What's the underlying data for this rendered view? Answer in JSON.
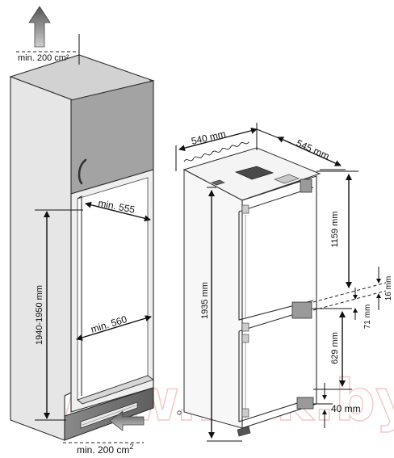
{
  "watermark": "www.bek.by",
  "cabinet": {
    "top_vent_label": "min. 200 cm²",
    "bottom_vent_label": "min. 200 cm",
    "bottom_vent_sup": "2",
    "niche_depth_label": "min. 555",
    "niche_width_label": "min. 560",
    "niche_height_label": "1940-1950 mm"
  },
  "appliance": {
    "width_label": "540 mm",
    "depth_label": "545 mm",
    "height_label": "1935 mm",
    "door_upper_label": "1159 mm",
    "door_lower_label": "629 mm",
    "door_gap_label": "16 mm",
    "hinge_gap_label": "71 mm",
    "bottom_gap_label": "40 mm"
  },
  "colors": {
    "cabinet_front": "#e6e6e6",
    "cabinet_side": "#b9b9b9",
    "upper_door": "#a3a3a3",
    "plinth": "#7a7a7a",
    "watermark": "#f2c7c7"
  }
}
